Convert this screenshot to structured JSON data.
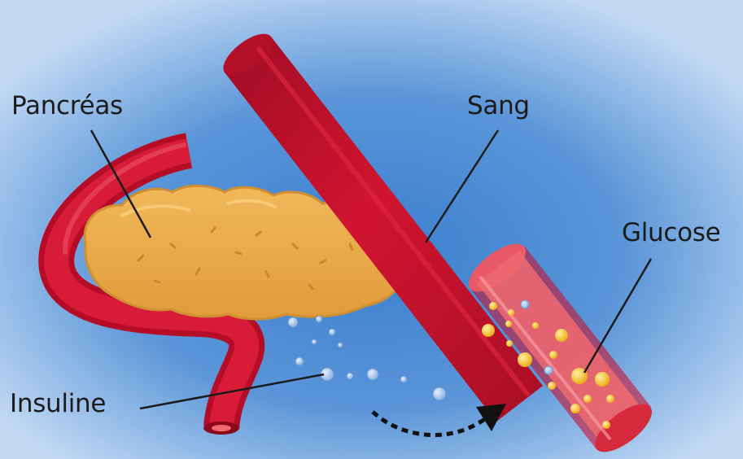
{
  "labels": {
    "pancreas": "Pancréas",
    "blood": "Sang",
    "glucose": "Glucose",
    "insulin": "Insuline"
  },
  "colors": {
    "background_center": "#3b7fcf",
    "background_edge": "#c3daf4",
    "pancreas": "#e8a94a",
    "pancreas_outline": "#c98a2e",
    "artery": "#c8102e",
    "vessel": "#c41230",
    "vessel_interior": "#f06a70",
    "glucose": "#f7c01c",
    "insulin": "#a9c6ea",
    "arrow": "#111111"
  },
  "icons": {
    "arrow": "dashed-curved-arrow-icon"
  }
}
